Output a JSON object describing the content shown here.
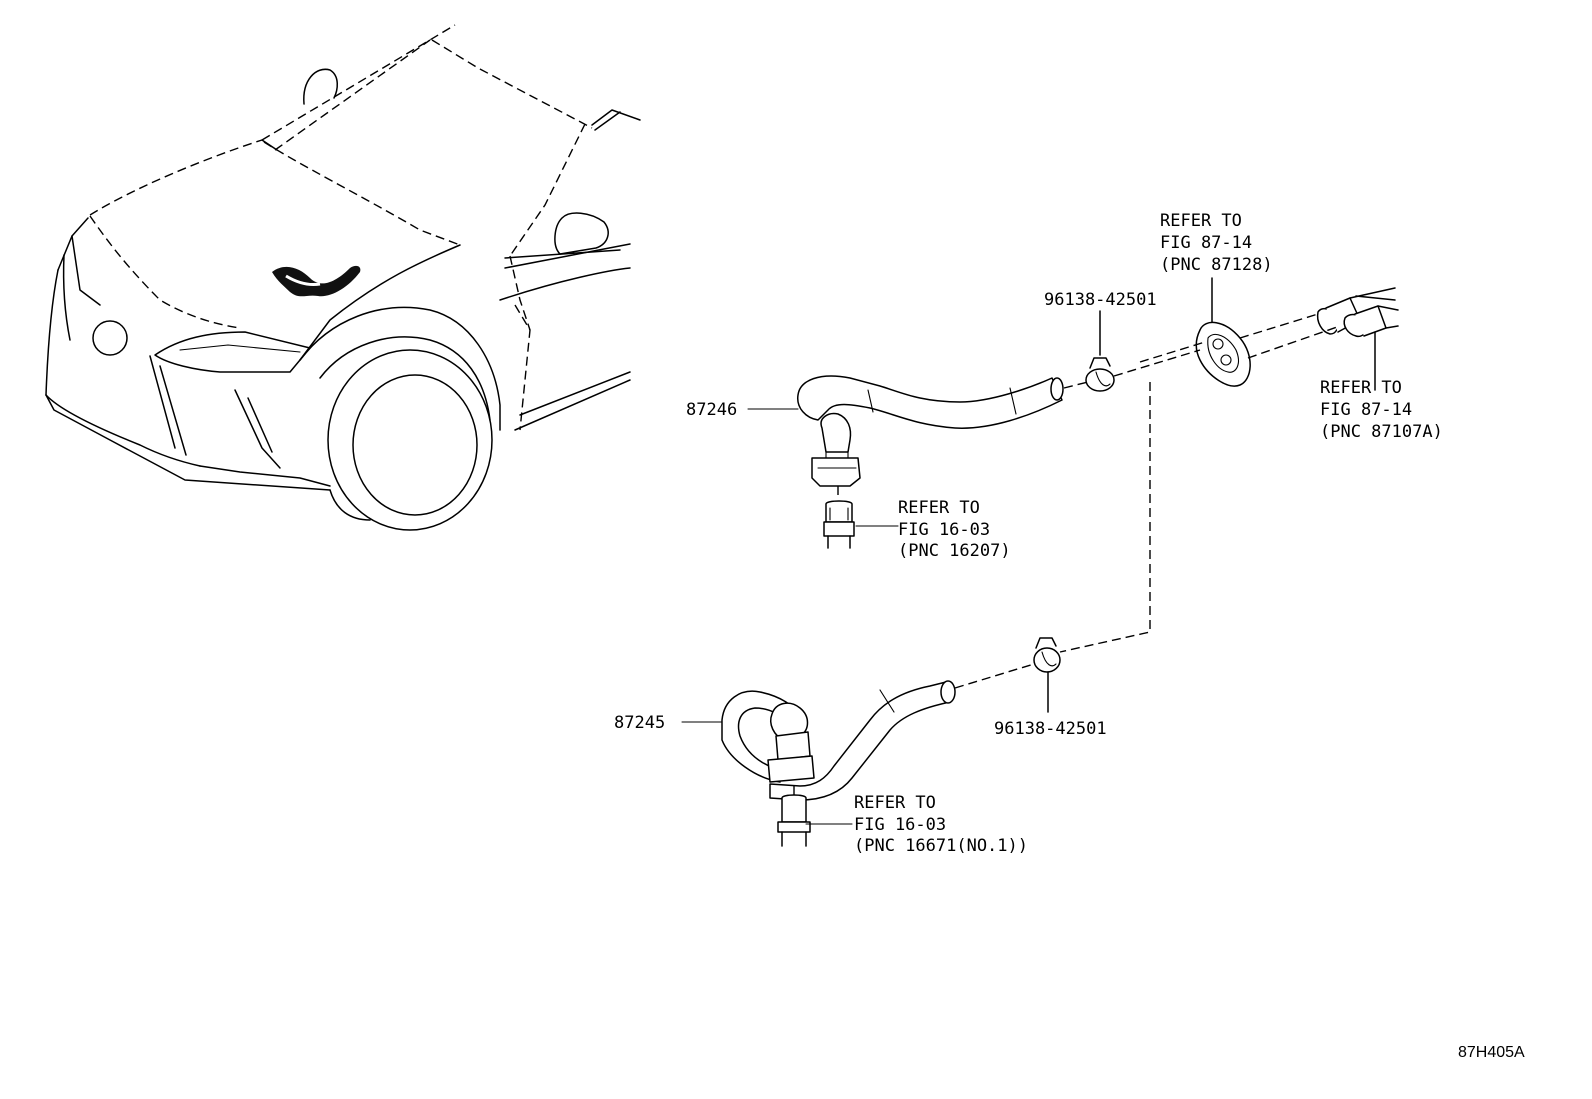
{
  "diagram_code": "87H405A",
  "parts": {
    "hose_upper": "87246",
    "hose_lower": "87245",
    "clip_upper": "96138-42501",
    "clip_lower": "96138-42501"
  },
  "refs": {
    "grommet": [
      "REFER TO",
      "FIG 87-14",
      "(PNC 87128)"
    ],
    "valve": [
      "REFER TO",
      "FIG 87-14",
      "(PNC 87107A)"
    ],
    "pipe_upper": [
      "REFER TO",
      "FIG 16-03",
      "(PNC 16207)"
    ],
    "pipe_lower": [
      "REFER TO",
      "FIG 16-03",
      "(PNC 16671(NO.1))"
    ]
  }
}
